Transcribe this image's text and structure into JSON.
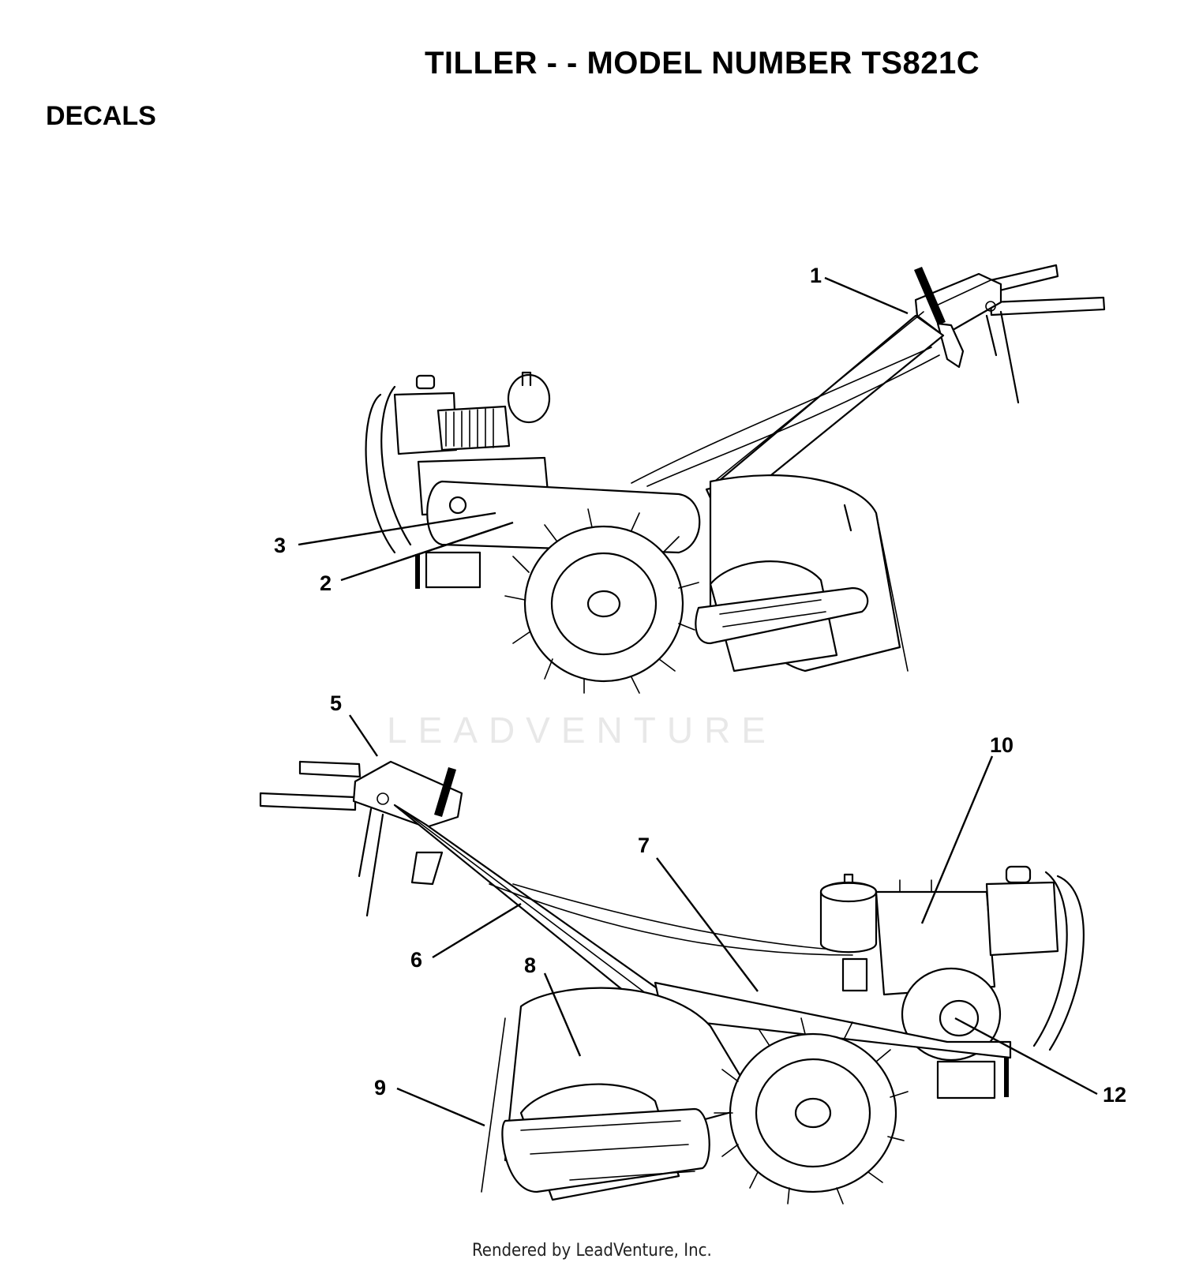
{
  "header": {
    "title": "TILLER - - MODEL NUMBER TS821C",
    "section": "DECALS"
  },
  "callouts": [
    "1",
    "2",
    "3",
    "5",
    "6",
    "7",
    "8",
    "9",
    "10",
    "12"
  ],
  "watermark": "LEADVENTURE",
  "footer": "Rendered by LeadVenture, Inc."
}
